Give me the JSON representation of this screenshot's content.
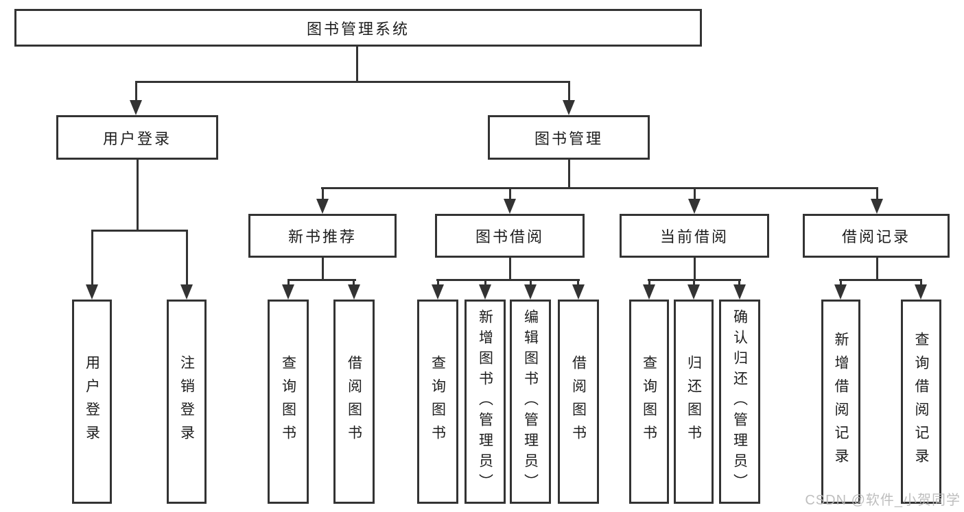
{
  "diagram": {
    "root": {
      "label": "图书管理系统"
    },
    "level2": {
      "user_login": {
        "label": "用户登录"
      },
      "book_mgmt": {
        "label": "图书管理"
      }
    },
    "level3": {
      "new_book": {
        "label": "新书推荐"
      },
      "borrowing": {
        "label": "图书借阅"
      },
      "current": {
        "label": "当前借阅"
      },
      "records": {
        "label": "借阅记录"
      }
    },
    "leaves": {
      "login": {
        "label": "用户登录"
      },
      "logout": {
        "label": "注销登录"
      },
      "nb_query": {
        "label": "查询图书"
      },
      "nb_borrow": {
        "label": "借阅图书"
      },
      "bw_query": {
        "label": "查询图书"
      },
      "bw_add": {
        "label": "新增图书（管理员）"
      },
      "bw_edit": {
        "label": "编辑图书（管理员）"
      },
      "bw_borrow": {
        "label": "借阅图书"
      },
      "cu_query": {
        "label": "查询图书"
      },
      "cu_return": {
        "label": "归还图书"
      },
      "cu_confirm": {
        "label": "确认归还（管理员）"
      },
      "rc_add": {
        "label": "新增借阅记录"
      },
      "rc_query": {
        "label": "查询借阅记录"
      }
    }
  },
  "watermark": "CSDN @软件_小贺同学",
  "colors": {
    "line": "#333333",
    "text": "#1d1d1d",
    "background": "#ffffff",
    "watermark": "#b8b8b8"
  }
}
